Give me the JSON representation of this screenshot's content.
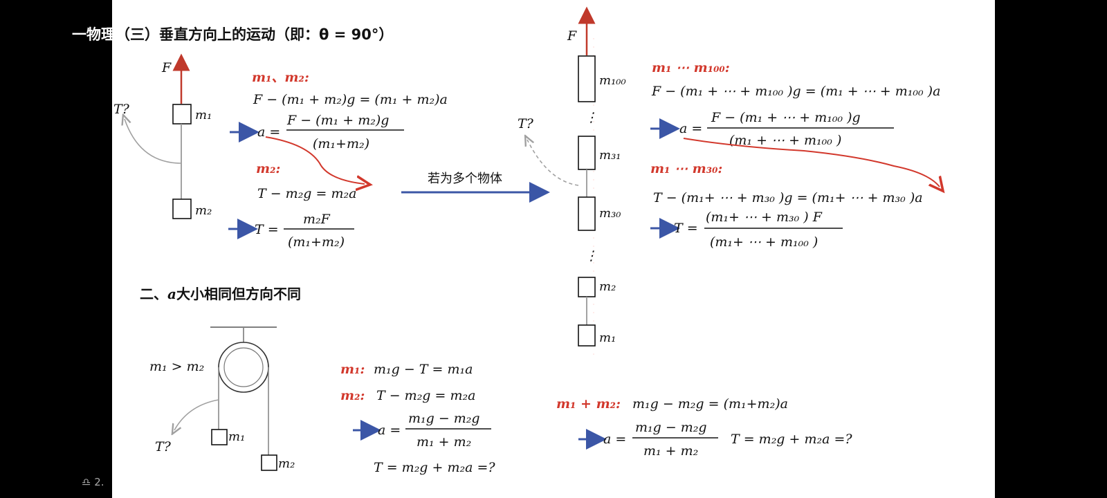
{
  "overlay": {
    "title_prefix": "一物理",
    "title_rest": "（三）垂直方向上的运动（即：θ = 90°）",
    "counter": "2."
  },
  "left_diagram": {
    "F": "F",
    "T": "T?",
    "m1": "m₁",
    "m2": "m₂"
  },
  "left_eqs": {
    "label1": "m₁、m₂:",
    "eq1": "F − (m₁ + m₂)g = (m₁ + m₂)a",
    "a_lhs": "a =",
    "a_num": "F − (m₁ + m₂)g",
    "a_den": "(m₁+m₂)",
    "label2": "m₂:",
    "eq2": "T − m₂g = m₂a",
    "T_lhs": "T =",
    "T_num": "m₂F",
    "T_den": "(m₁+m₂)"
  },
  "transition": {
    "label": "若为多个物体"
  },
  "chain": {
    "F": "F",
    "T": "T?",
    "m100": "m₁₀₀",
    "m31": "m₃₁",
    "m30": "m₃₀",
    "m2": "m₂",
    "m1": "m₁",
    "dots": "⋮"
  },
  "right_eqs": {
    "label1": "m₁ ⋯ m₁₀₀:",
    "eq1": "F − (m₁ + ⋯ + m₁₀₀ )g = (m₁ + ⋯ + m₁₀₀ )a",
    "a_lhs": "a =",
    "a_num": "F − (m₁ + ⋯ + m₁₀₀ )g",
    "a_den": "(m₁ + ⋯ + m₁₀₀ )",
    "label2": "m₁ ⋯ m₃₀:",
    "eq2": "T − (m₁+ ⋯ + m₃₀ )g = (m₁+ ⋯ + m₃₀ )a",
    "T_lhs": "T =",
    "T_num": "(m₁+ ⋯ + m₃₀ )  F",
    "T_den": "(m₁+ ⋯ + m₁₀₀ )"
  },
  "section2": {
    "heading_prefix": "二、",
    "heading_a": "a",
    "heading_rest": "大小相同但方向不同"
  },
  "pulley": {
    "condition": "m₁ > m₂",
    "T": "T?",
    "m1": "m₁",
    "m2": "m₂"
  },
  "pulley_eqs": {
    "label1": "m₁:",
    "eq1": "m₁g − T = m₁a",
    "label2": "m₂:",
    "eq2": "T − m₂g = m₂a",
    "a_lhs": "a =",
    "a_num": "m₁g − m₂g",
    "a_den": "m₁ + m₂",
    "T_eq": "T = m₂g + m₂a =?"
  },
  "system_eqs": {
    "label": "m₁ + m₂:",
    "eq": "m₁g − m₂g = (m₁+m₂)a",
    "a_lhs": "a =",
    "a_num": "m₁g − m₂g",
    "a_den": "m₁ + m₂",
    "T_eq": "T = m₂g + m₂a =?"
  },
  "colors": {
    "red": "#d2382c",
    "blue": "#3b56a6",
    "gray": "#a0a0a0"
  }
}
